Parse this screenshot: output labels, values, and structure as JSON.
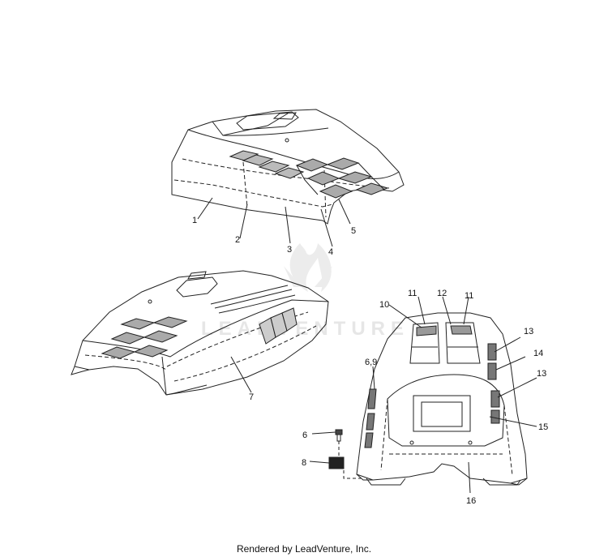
{
  "watermark": "LEADVENTURE",
  "footer": "Rendered by LeadVenture, Inc.",
  "callouts": [
    "1",
    "2",
    "3",
    "4",
    "5",
    "7",
    "10",
    "11",
    "12",
    "11",
    "13",
    "14",
    "13",
    "6,9",
    "15",
    "6",
    "8",
    "16"
  ]
}
